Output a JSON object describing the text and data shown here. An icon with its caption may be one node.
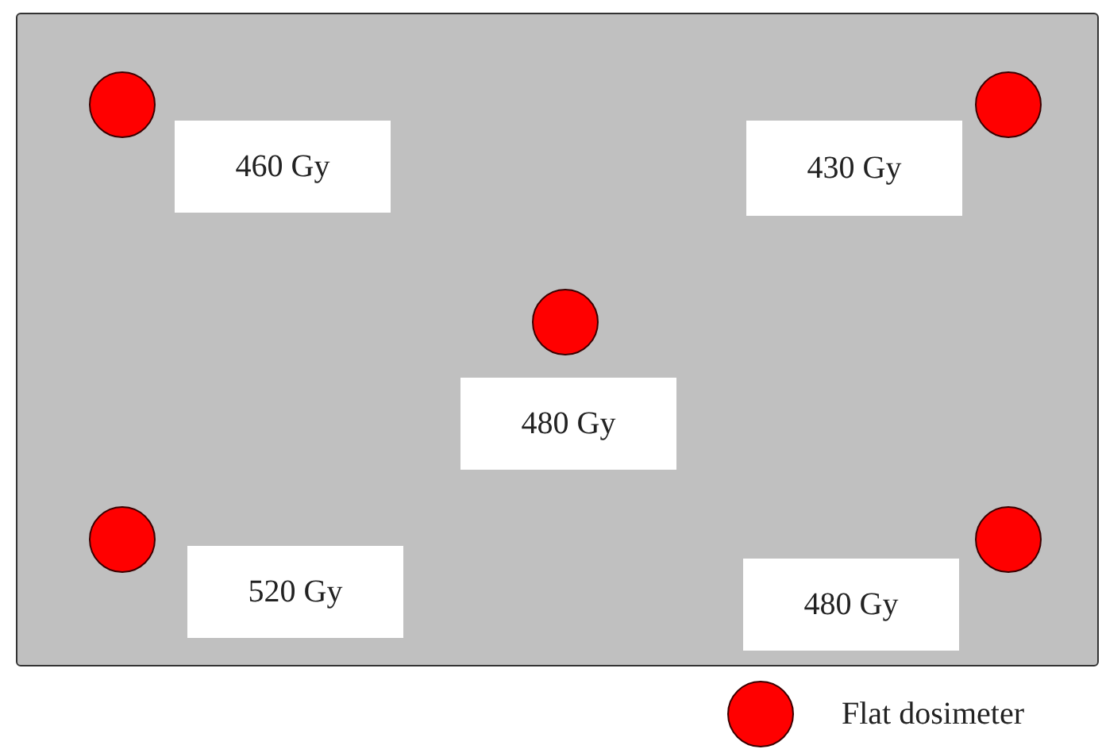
{
  "diagram": {
    "nodes": [
      {
        "text": [],
        "shape": "box"
      },
      {
        "text": [],
        "shape": "circle",
        "in": 0
      },
      {
        "text": [
          "460 Gy"
        ],
        "in": 0
      },
      {
        "text": [],
        "shape": "circle",
        "in": 0
      },
      {
        "text": [
          "430 Gy"
        ],
        "in": 0
      },
      {
        "text": [],
        "shape": "circle",
        "in": 0
      },
      {
        "text": [
          "480 Gy"
        ],
        "in": 0
      },
      {
        "text": [],
        "shape": "circle",
        "in": 0
      },
      {
        "text": [
          "520 Gy"
        ],
        "in": 0
      },
      {
        "text": [],
        "shape": "circle",
        "in": 0
      },
      {
        "text": [
          "480 Gy"
        ],
        "in": 0
      }
    ],
    "legend": [
      {
        "text": "Flat dosimeter",
        "color": "#ff0000"
      }
    ]
  }
}
